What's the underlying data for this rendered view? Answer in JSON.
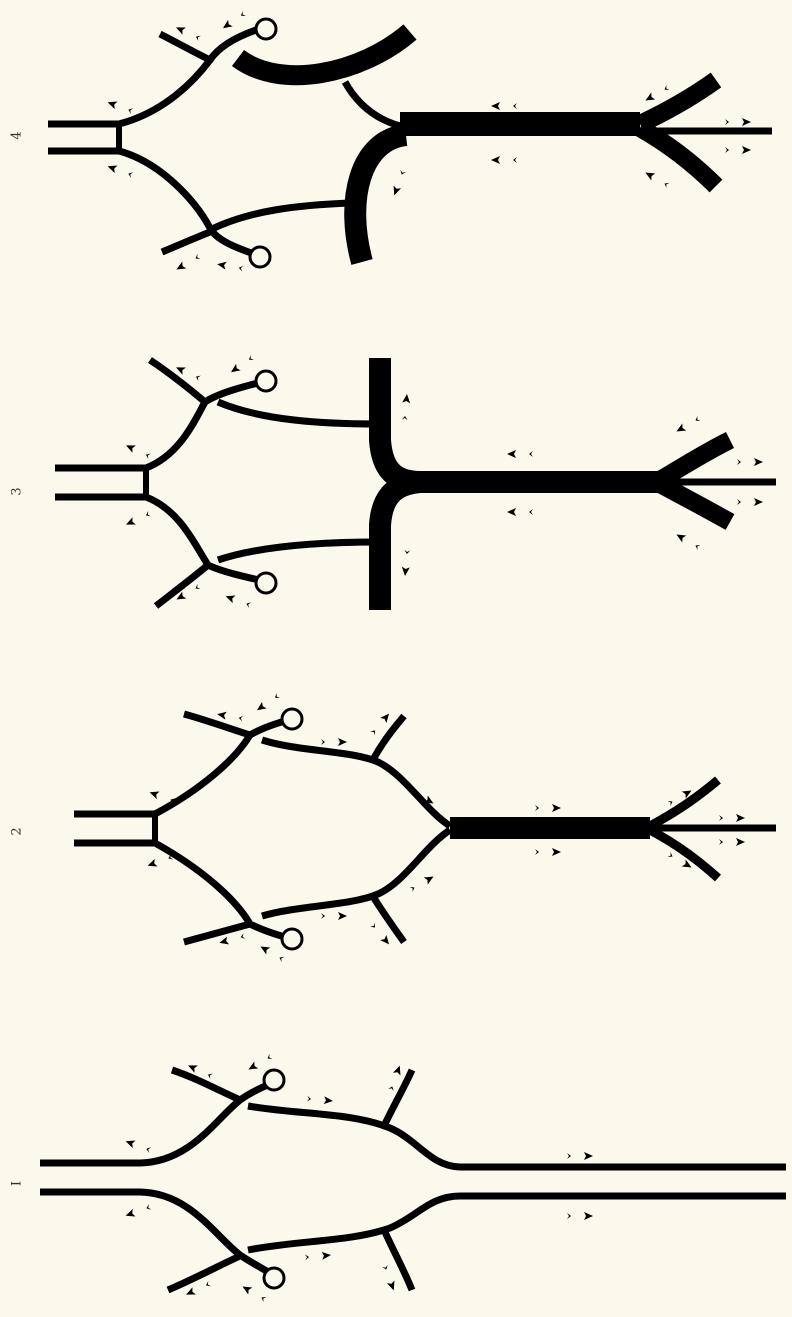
{
  "figure": {
    "stages": [
      {
        "id": "stage-4",
        "label": "4"
      },
      {
        "id": "stage-3",
        "label": "3"
      },
      {
        "id": "stage-2",
        "label": "2"
      },
      {
        "id": "stage-1",
        "label": "I"
      }
    ]
  },
  "colors": {
    "background": "#fbf8ec",
    "vessel": "#000000"
  }
}
